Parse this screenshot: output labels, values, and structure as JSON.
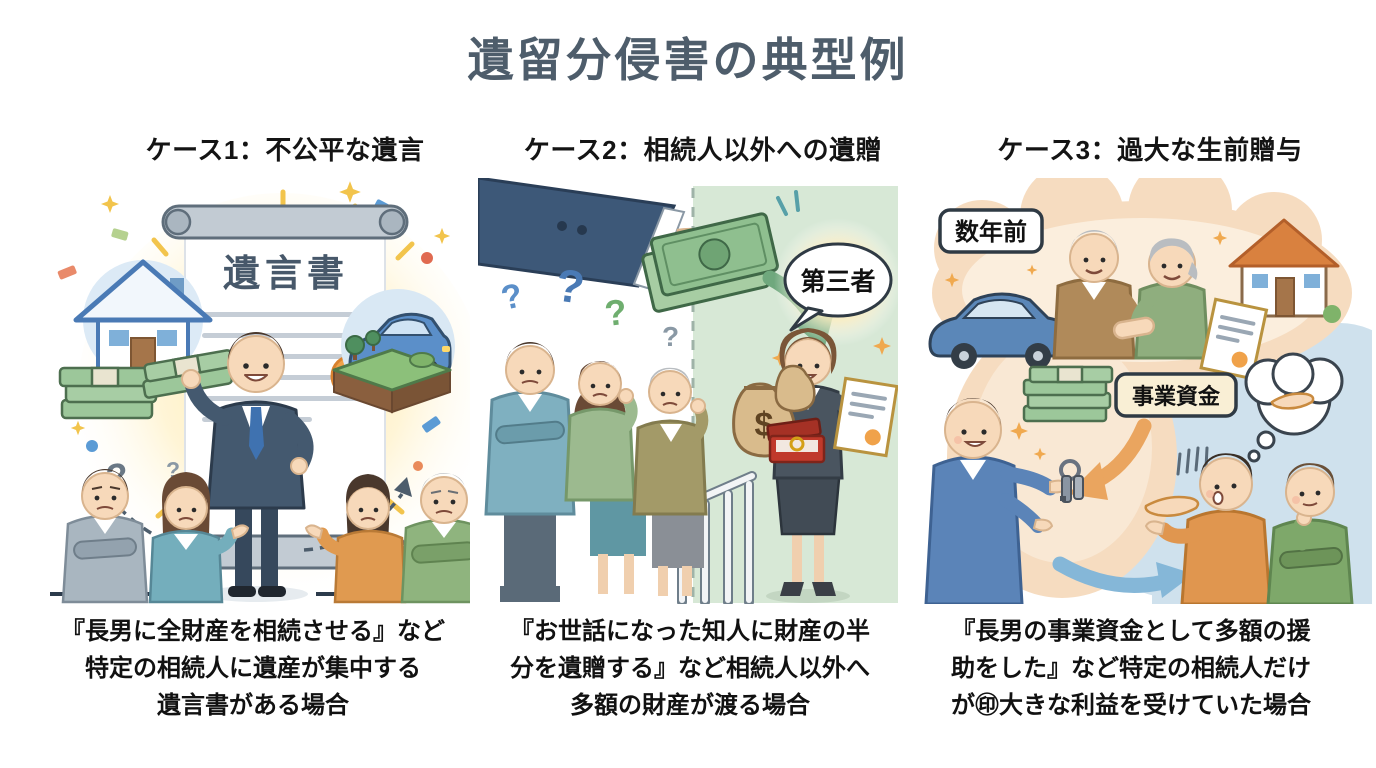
{
  "title": "遺留分侵害の典型例",
  "glyphs": {
    "question_mark": "?"
  },
  "cases": [
    {
      "heading": "ケース1：不公平な遺言",
      "caption_lines": [
        "『長男に全財産を相続させる』など",
        "特定の相続人に遺産が集中する",
        "遺言書がある場合"
      ],
      "labels": {
        "will_title": "遺言書"
      }
    },
    {
      "heading": "ケース2：相続人以外への遺贈",
      "caption_lines": [
        "『お世話になった知人に財産の半",
        "分を遺贈する』など相続人以外へ",
        "多額の財産が渡る場合"
      ],
      "labels": {
        "third_party": "第三者",
        "money_bag_symbol": "$"
      }
    },
    {
      "heading": "ケース3：過大な生前贈与",
      "caption_lines": [
        "『長男の事業資金として多額の援",
        "助をした』など特定の相続人だけ",
        "が㊞大きな利益を受けていた場合"
      ],
      "labels": {
        "years_ago": "数年前",
        "business_funds": "事業資金"
      }
    }
  ],
  "colors": {
    "title_text": "#4e5d6b",
    "body_text": "#111111",
    "glow_yellow": "#ffeaa8",
    "panel_green": "#d7e8d6",
    "cloud_peach": "#f6dcc0",
    "cloud_blue": "#cfe1ed",
    "money_green": "#9cc79a",
    "suit_navy": "#44596f",
    "accent_orange": "#f0a24a"
  }
}
